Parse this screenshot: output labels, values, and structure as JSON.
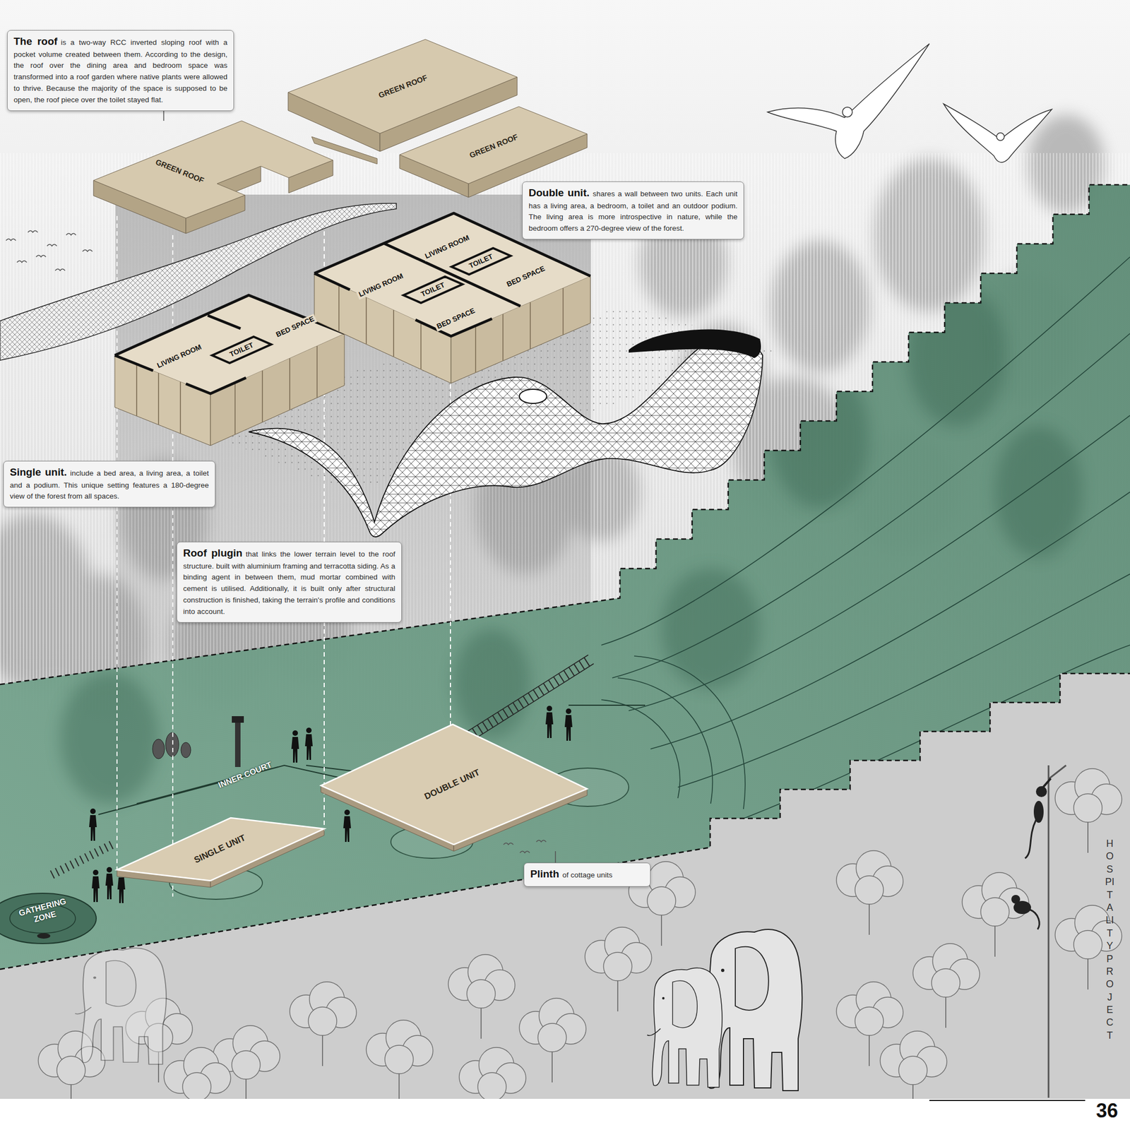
{
  "diagram": {
    "nodes": [
      {
        "text": [
          "The roof",
          "is a two-way RCC inverted sloping roof with a pocket volume created between them. According to the design, the roof over the dining area and bedroom space was transformed into a roof garden where native plants were allowed to thrive. Because the majority of the space is supposed to be open, the roof piece over the toilet stayed flat."
        ]
      },
      {
        "text": [
          "GREEN ROOF"
        ]
      },
      {
        "text": [
          "GREEN ROOF"
        ]
      },
      {
        "text": [
          "GREEN ROOF"
        ]
      },
      {
        "text": [
          "Double unit.",
          "shares a wall between two units. Each unit has a living area, a bedroom, a toilet and an outdoor podium. The living area is more introspective in nature, while the bedroom offers a 270-degree view of the forest."
        ]
      },
      {
        "text": [
          "Single unit.",
          "include a bed area, a living area, a toilet and a podium. This unique setting features a 180-degree view of the forest from all spaces."
        ]
      },
      {
        "text": [
          "Roof plugin",
          "that links the lower terrain level to the roof structure. built with aluminium framing and terracotta siding. As a binding agent in between them, mud mortar combined with cement is utilised. Additionally, it is built only after structural construction is finished, taking the terrain's profile and conditions into account."
        ]
      },
      {
        "text": [
          "DOUBLE UNIT"
        ]
      },
      {
        "text": [
          "SINGLE UNIT"
        ]
      },
      {
        "text": [
          "Plinth",
          "of cottage units"
        ]
      }
    ],
    "edges": [
      {
        "from": 0,
        "to": 1,
        "arrow": "none"
      },
      {
        "from": 9,
        "to": 7,
        "arrow": "none"
      }
    ],
    "labels": [
      "LIVING ROOM",
      "LIVING ROOM",
      "TOILET",
      "TOILET",
      "BED SPACE",
      "BED SPACE",
      "LIVING ROOM",
      "TOILET",
      "BED SPACE",
      "INNER COURT",
      "GATHERING ZONE",
      "HOSPITALITY PROJECT",
      "36"
    ]
  }
}
